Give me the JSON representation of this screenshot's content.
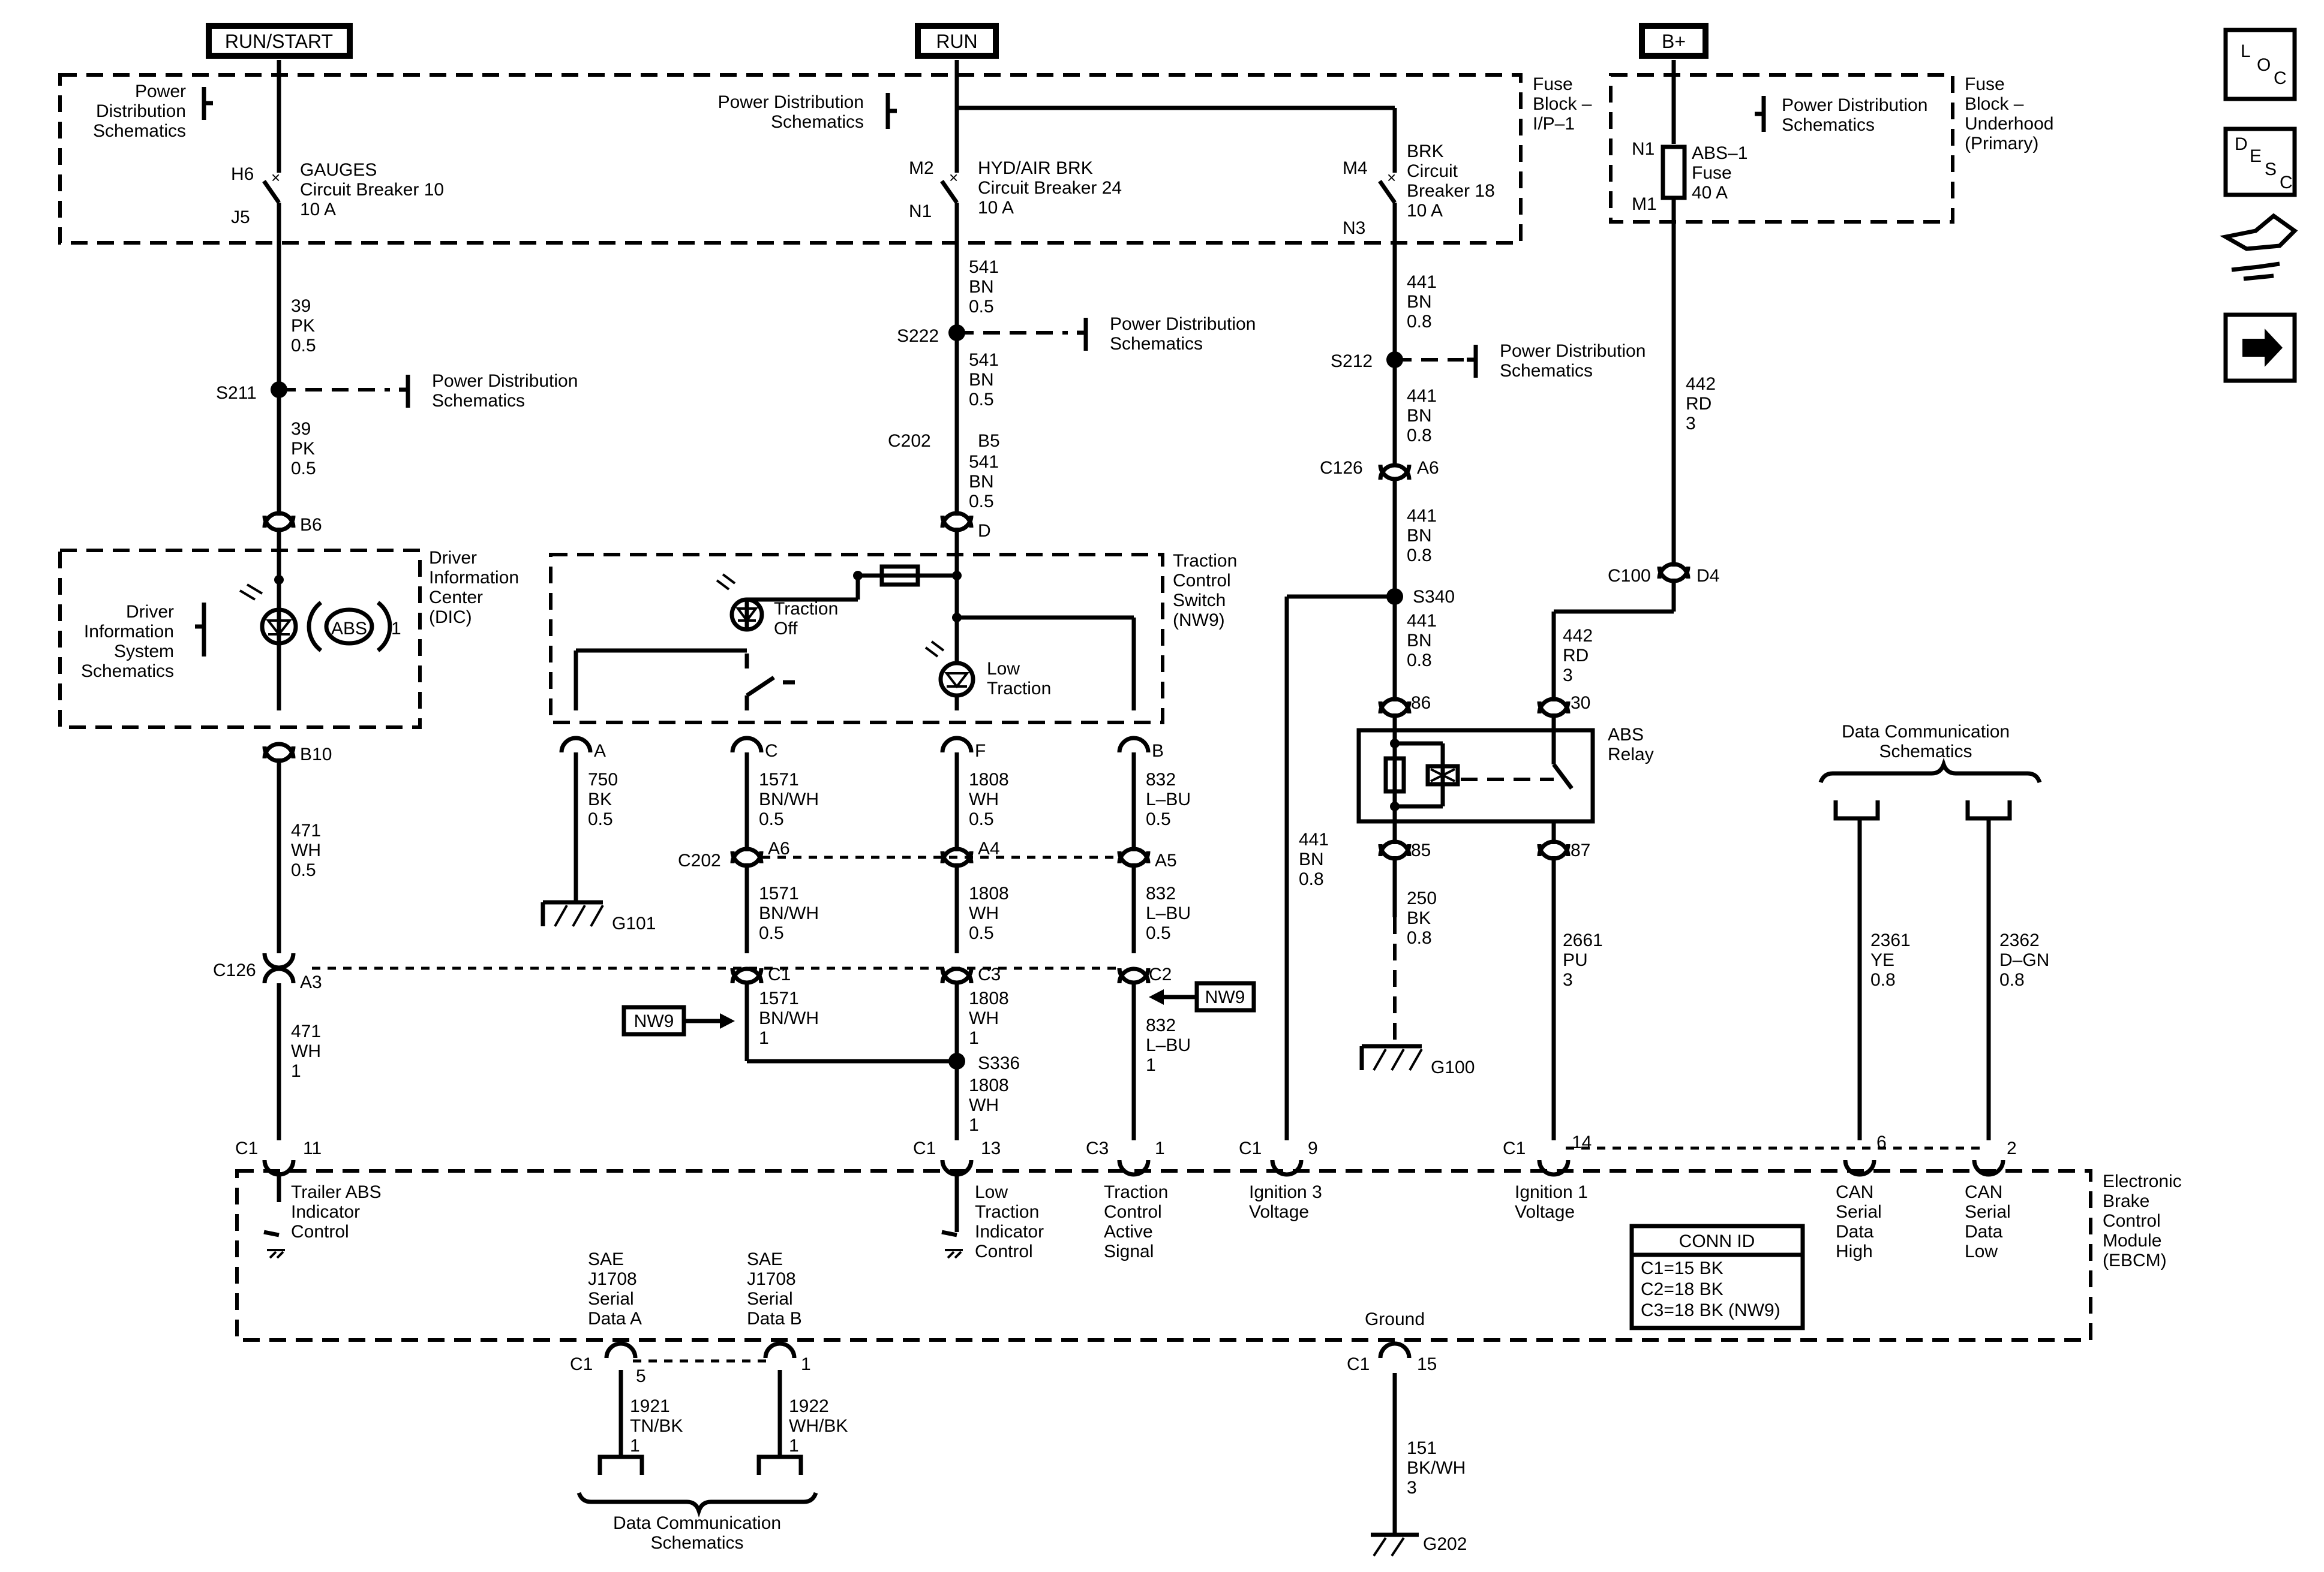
{
  "headers": {
    "run_start": "RUN/START",
    "run": "RUN",
    "bplus": "B+"
  },
  "boxes": {
    "fuse_ip": [
      "Fuse",
      "Block –",
      "I/P–1"
    ],
    "fuse_uh": [
      "Fuse",
      "Block –",
      "Underhood",
      "(Primary)"
    ],
    "dic": [
      "Driver",
      "Information",
      "Center",
      "(DIC)"
    ],
    "tcs": [
      "Traction",
      "Control",
      "Switch",
      "(NW9)"
    ],
    "ebcm": [
      "Electronic",
      "Brake",
      "Control",
      "Module",
      "(EBCM)"
    ],
    "abs_relay": [
      "ABS",
      "Relay"
    ]
  },
  "refs": {
    "pd_a": [
      "Power",
      "Distribution",
      "Schematics"
    ],
    "pd_b": [
      "Power Distribution",
      "Schematics"
    ],
    "pd_c": [
      "Power Distribution",
      "Schematics"
    ],
    "pd_d": [
      "Power Distribution",
      "Schematics"
    ],
    "pd_e": [
      "Power Distribution",
      "Schematics"
    ],
    "pd_f": [
      "Power Distribution",
      "Schematics"
    ],
    "dis": [
      "Driver",
      "Information",
      "System",
      "Schematics"
    ],
    "dcs_top": [
      "Data Communication",
      "Schematics"
    ],
    "dcs_bot": [
      "Data Communication",
      "Schematics"
    ]
  },
  "fuses": {
    "h6": "H6",
    "j5": "J5",
    "gauges": [
      "GAUGES",
      "Circuit Breaker 10",
      "10 A"
    ],
    "m2": "M2",
    "n1": "N1",
    "hyd": [
      "HYD/AIR BRK",
      "Circuit Breaker 24",
      "10 A"
    ],
    "m4": "M4",
    "n3": "N3",
    "brk": [
      "BRK",
      "Circuit",
      "Breaker 18",
      "10 A"
    ],
    "un1": "N1",
    "m1": "M1",
    "abs1": [
      "ABS–1",
      "Fuse",
      "40 A"
    ]
  },
  "wires": {
    "w39a": [
      "39",
      "PK",
      "0.5"
    ],
    "w39b": [
      "39",
      "PK",
      "0.5"
    ],
    "w541a": [
      "541",
      "BN",
      "0.5"
    ],
    "w541b": [
      "541",
      "BN",
      "0.5"
    ],
    "w541c": [
      "541",
      "BN",
      "0.5"
    ],
    "w441a": [
      "441",
      "BN",
      "0.8"
    ],
    "w441b": [
      "441",
      "BN",
      "0.8"
    ],
    "w441c": [
      "441",
      "BN",
      "0.8"
    ],
    "w441d": [
      "441",
      "BN",
      "0.8"
    ],
    "w441e": [
      "441",
      "BN",
      "0.8"
    ],
    "w442a": [
      "442",
      "RD",
      "3"
    ],
    "w442b": [
      "442",
      "RD",
      "3"
    ],
    "w471a": [
      "471",
      "WH",
      "0.5"
    ],
    "w471b": [
      "471",
      "WH",
      "1"
    ],
    "w750": [
      "750",
      "BK",
      "0.5"
    ],
    "w1571a": [
      "1571",
      "BN/WH",
      "0.5"
    ],
    "w1571b": [
      "1571",
      "BN/WH",
      "0.5"
    ],
    "w1571c": [
      "1571",
      "BN/WH",
      "1"
    ],
    "w1808a": [
      "1808",
      "WH",
      "0.5"
    ],
    "w1808b": [
      "1808",
      "WH",
      "0.5"
    ],
    "w1808c": [
      "1808",
      "WH",
      "1"
    ],
    "w1808d": [
      "1808",
      "WH",
      "1"
    ],
    "w832a": [
      "832",
      "L–BU",
      "0.5"
    ],
    "w832b": [
      "832",
      "L–BU",
      "0.5"
    ],
    "w832c": [
      "832",
      "L–BU",
      "1"
    ],
    "w250": [
      "250",
      "BK",
      "0.8"
    ],
    "w2661": [
      "2661",
      "PU",
      "3"
    ],
    "w2361": [
      "2361",
      "YE",
      "0.8"
    ],
    "w2362": [
      "2362",
      "D–GN",
      "0.8"
    ],
    "w1921": [
      "1921",
      "TN/BK",
      "1"
    ],
    "w1922": [
      "1922",
      "WH/BK",
      "1"
    ],
    "w151": [
      "151",
      "BK/WH",
      "3"
    ]
  },
  "splices": {
    "s211": "S211",
    "s222": "S222",
    "s212": "S212",
    "s340": "S340",
    "s336": "S336"
  },
  "connectors": {
    "b6": "B6",
    "b10": "B10",
    "c202b5": "C202",
    "b5": "B5",
    "d": "D",
    "c126a6": "C126",
    "a6": "A6",
    "c100": "C100",
    "d4": "D4",
    "pa": "A",
    "pc": "C",
    "pf": "F",
    "pb": "B",
    "c202": "C202",
    "a6b": "A6",
    "a4": "A4",
    "a5": "A5",
    "c126": "C126",
    "a3": "A3",
    "c1p": "C1",
    "c3p": "C3",
    "c2p": "C2",
    "r86": "86",
    "r85": "85",
    "r30": "30",
    "r87": "87",
    "c1_11a": "C1",
    "c1_11b": "11",
    "c1_13a": "C1",
    "c1_13b": "13",
    "c3_1a": "C3",
    "c3_1b": "1",
    "c1_9a": "C1",
    "c1_9b": "9",
    "c1_14a": "C1",
    "c1_14b": "14",
    "p6": "6",
    "p2": "2",
    "c1_5a": "C1",
    "c1_5b": "5",
    "c1_1": "1",
    "c1_15a": "C1",
    "c1_15b": "15"
  },
  "grounds": {
    "g101": "G101",
    "g100": "G100",
    "g202": "G202"
  },
  "components": {
    "traction_off": [
      "Traction",
      "Off"
    ],
    "low_traction": [
      "Low",
      "Traction"
    ],
    "abs_lamp": "ABS",
    "lamp_num": "1",
    "nw9": "NW9"
  },
  "ebcm_pins": {
    "trailer": [
      "Trailer ABS",
      "Indicator",
      "Control"
    ],
    "lowtrac": [
      "Low",
      "Traction",
      "Indicator",
      "Control"
    ],
    "tcas": [
      "Traction",
      "Control",
      "Active",
      "Signal"
    ],
    "ign3": [
      "Ignition 3",
      "Voltage"
    ],
    "ign1": [
      "Ignition 1",
      "Voltage"
    ],
    "canh": [
      "CAN",
      "Serial",
      "Data",
      "High"
    ],
    "canl": [
      "CAN",
      "Serial",
      "Data",
      "Low"
    ],
    "sae_a": [
      "SAE",
      "J1708",
      "Serial",
      "Data A"
    ],
    "sae_b": [
      "SAE",
      "J1708",
      "Serial",
      "Data B"
    ],
    "ground": "Ground"
  },
  "conn_id": {
    "title": "CONN ID",
    "rows": [
      "C1=15 BK",
      "C2=18 BK",
      "C3=18 BK (NW9)"
    ]
  },
  "side_icons": {
    "loc": [
      "L",
      "O",
      "C"
    ],
    "desc": [
      "D",
      "E",
      "S",
      "C"
    ],
    "names": [
      "loc-icon",
      "desc-icon",
      "tools-icon",
      "next-arrow-icon"
    ]
  }
}
